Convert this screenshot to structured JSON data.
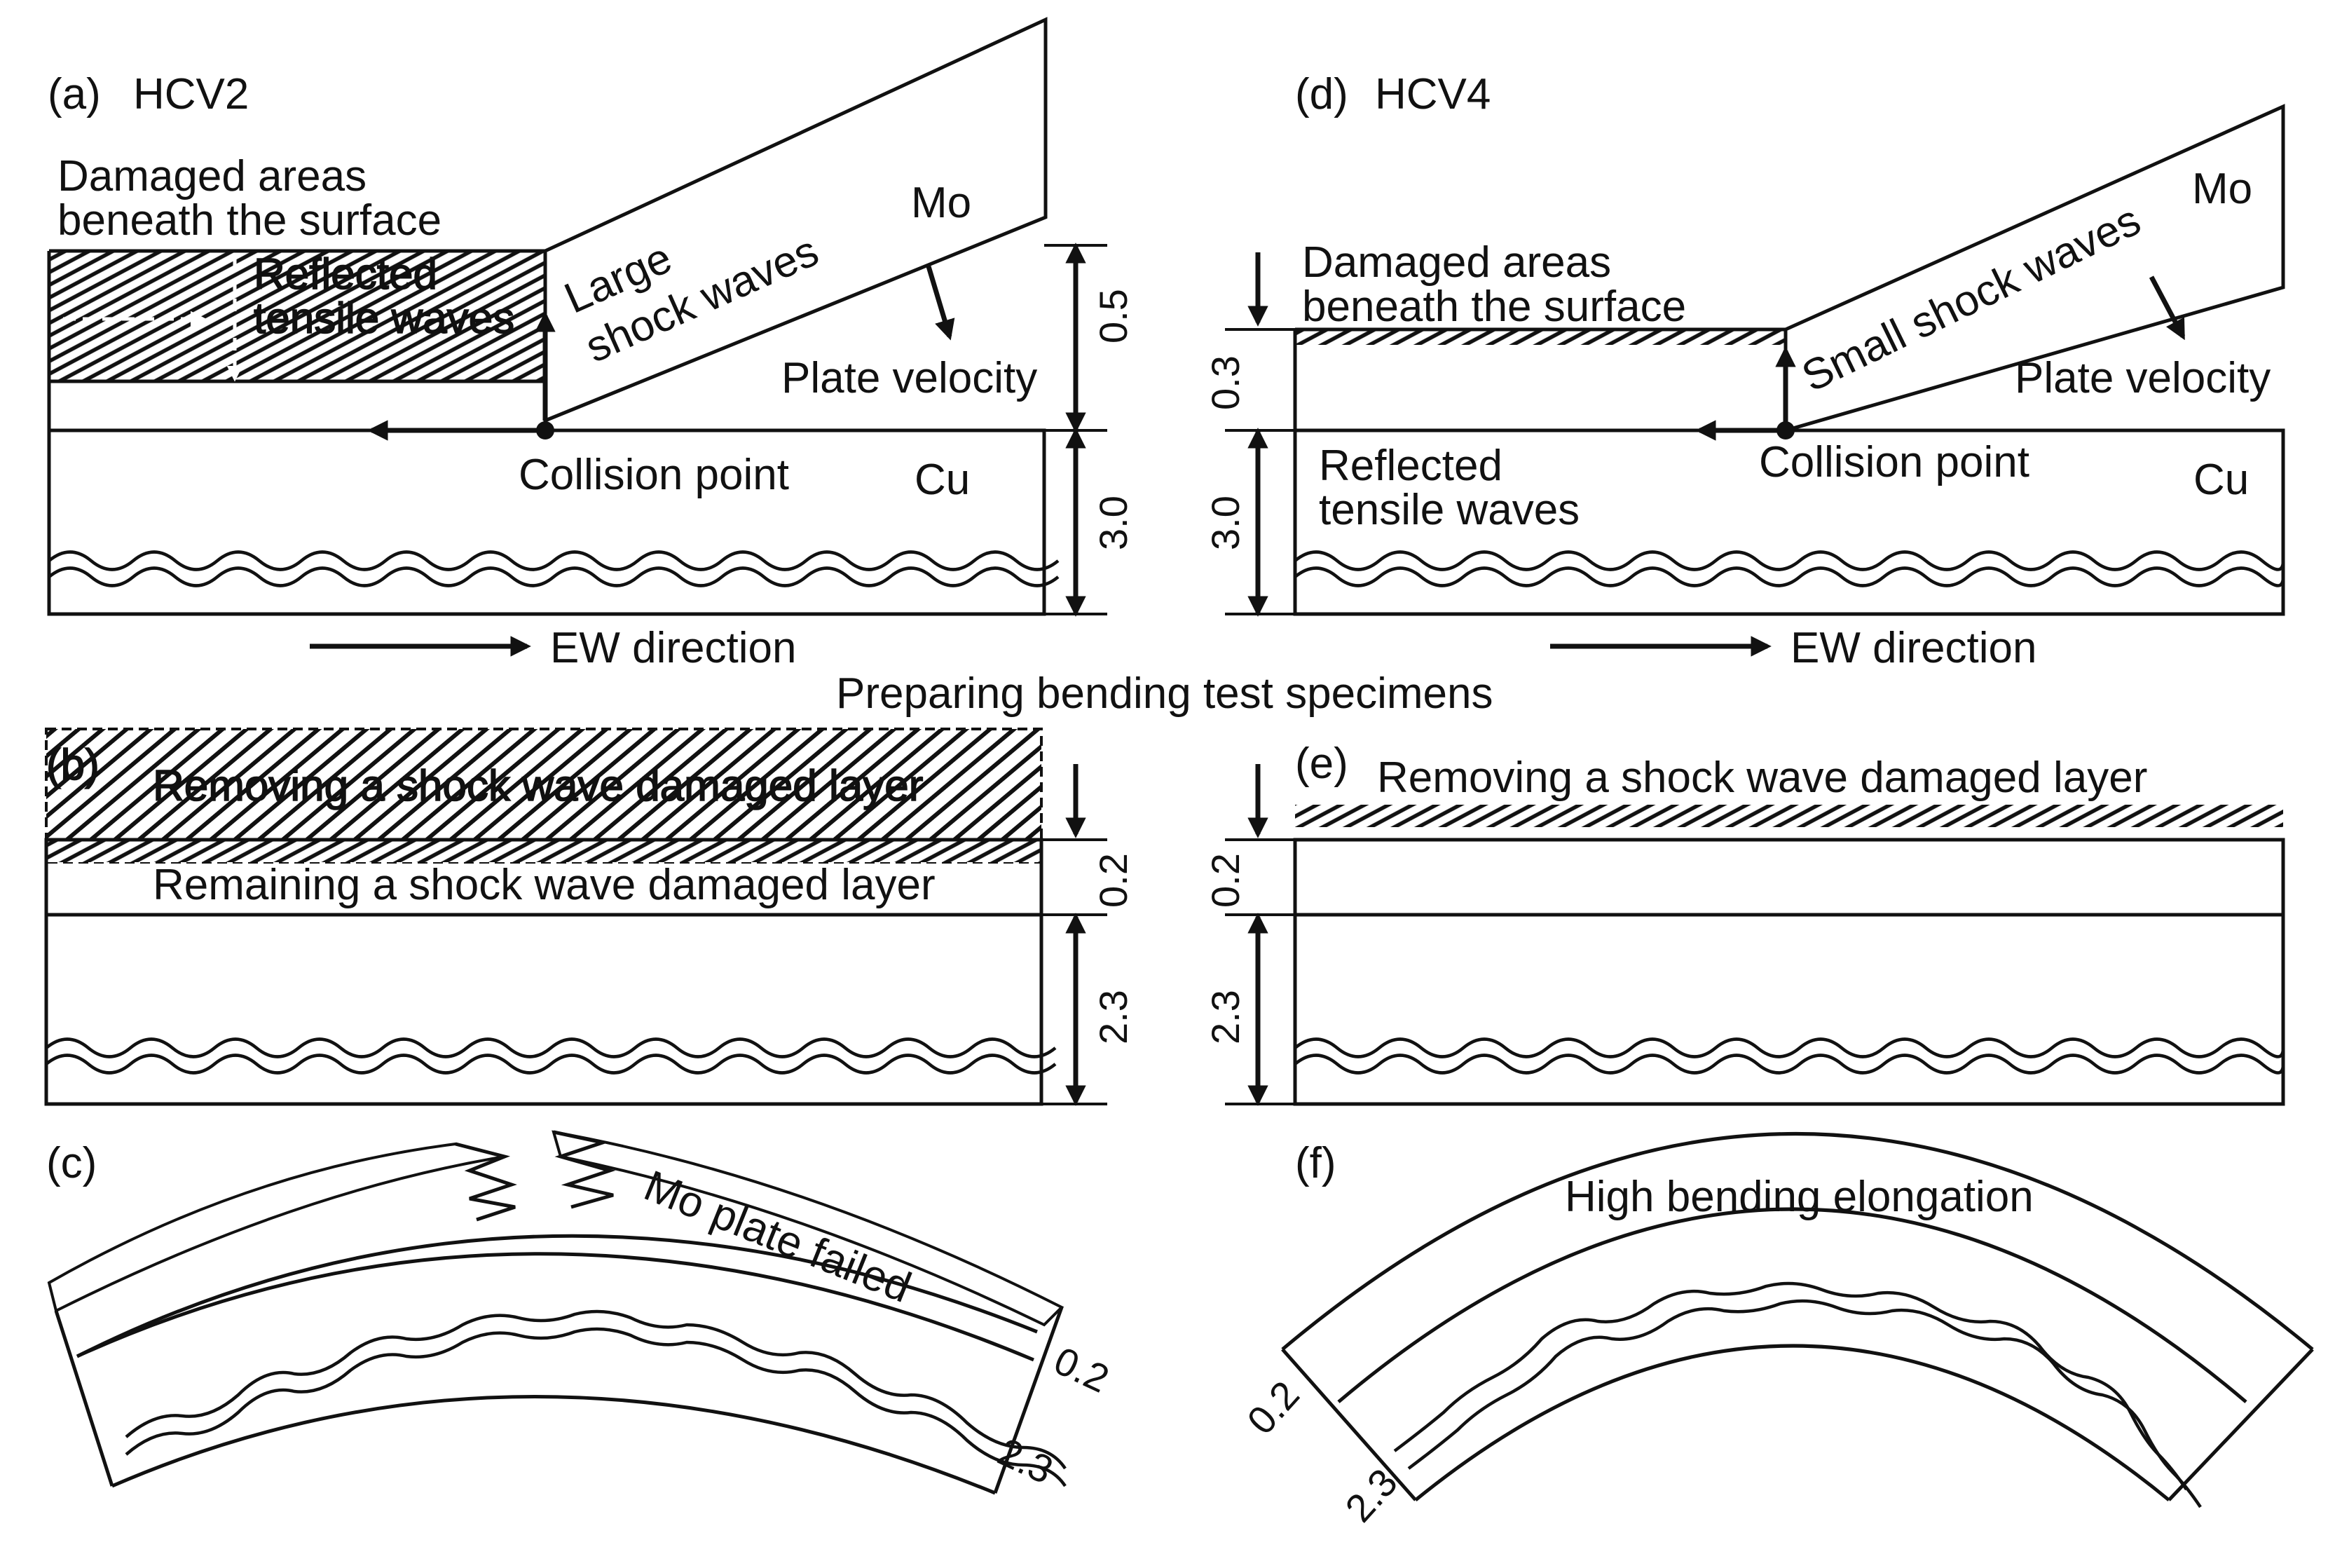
{
  "colors": {
    "hcv2": "#1f4fa3",
    "hcv4": "#e8141c",
    "line": "#111111"
  },
  "panel_a": {
    "letter": "(a)",
    "title": "HCV2",
    "damaged_label_1": "Damaged areas",
    "damaged_label_2": "beneath the surface",
    "reflected_1": "Reflected",
    "reflected_2": "tensile waves",
    "shock_1": "Large",
    "shock_2": "shock waves",
    "plate": "Mo",
    "velocity": "Plate velocity",
    "collision": "Collision point",
    "base": "Cu",
    "dim_top": "0.5",
    "dim_bottom": "3.0",
    "direction": "EW direction"
  },
  "panel_d": {
    "letter": "(d)",
    "title": "HCV4",
    "damaged_label_1": "Damaged areas",
    "damaged_label_2": "beneath the surface",
    "shock": "Small shock waves",
    "plate": "Mo",
    "velocity": "Plate velocity",
    "collision": "Collision point",
    "base": "Cu",
    "reflected_1": "Reflected",
    "reflected_2": "tensile waves",
    "dim_top": "0.3",
    "dim_bottom": "3.0",
    "direction": "EW direction"
  },
  "middle_caption": "Preparing bending test specimens",
  "panel_b": {
    "letter": "(b)",
    "removing": "Removing a shock wave damaged layer",
    "remaining": "Remaining a shock wave damaged layer",
    "dim_top": "0.2",
    "dim_bottom": "2.3"
  },
  "panel_e": {
    "letter": "(e)",
    "removing": "Removing a shock wave damaged layer",
    "dim_top": "0.2",
    "dim_bottom": "2.3"
  },
  "panel_c": {
    "letter": "(c)",
    "failed": "Mo plate failed",
    "dim_top": "0.2",
    "dim_bottom": "2.3"
  },
  "panel_f": {
    "letter": "(f)",
    "note": "High bending elongation",
    "dim_top": "0.2",
    "dim_bottom": "2.3"
  }
}
